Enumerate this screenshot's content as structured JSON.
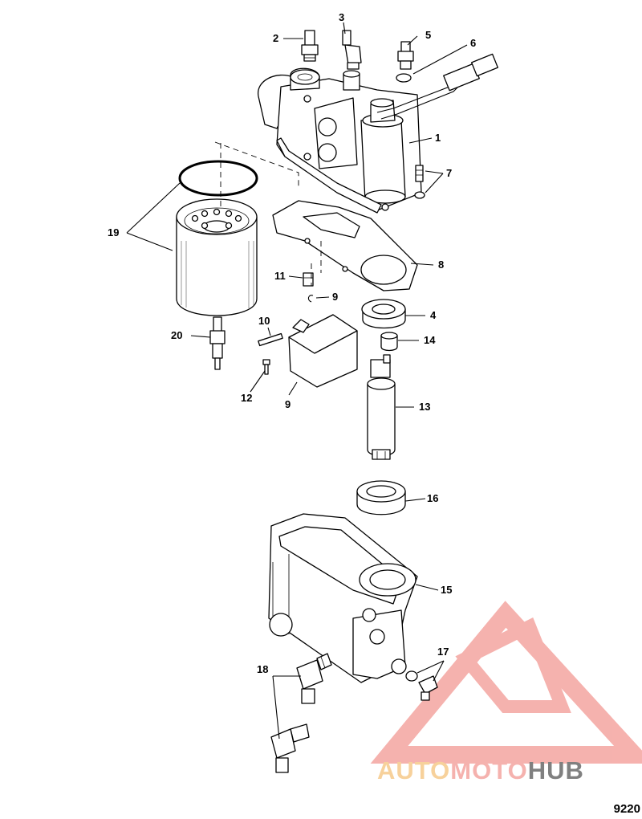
{
  "callouts": [
    "1",
    "2",
    "3",
    "4",
    "5",
    "6",
    "7",
    "8",
    "9",
    "9",
    "10",
    "11",
    "12",
    "13",
    "14",
    "15",
    "16",
    "17",
    "18",
    "19",
    "20"
  ],
  "figure_number": "9220",
  "watermark": {
    "part1": "AUTO",
    "part2": "MOTO",
    "part3": "HUB",
    "color_primary": "#f4a5a0",
    "color_secondary": "#f6c98a",
    "color_dark": "#6b6b6b"
  }
}
